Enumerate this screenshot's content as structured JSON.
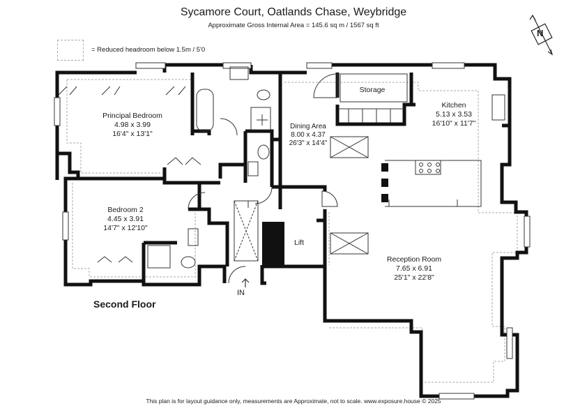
{
  "header": {
    "title": "Sycamore Court, Oatlands Chase, Weybridge",
    "subtitle": "Approximate Gross Internal Area = 145.6 sq m / 1567 sq ft"
  },
  "legend": {
    "text": "= Reduced headroom below 1.5m / 5'0"
  },
  "compass": {
    "letter": "N"
  },
  "rooms": {
    "principal_bedroom": {
      "name": "Principal Bedroom",
      "metric": "4.98 x 3.99",
      "imperial": "16'4\" x 13'1\""
    },
    "kitchen": {
      "name": "Kitchen",
      "metric": "5.13 x 3.53",
      "imperial": "16'10\" x 11'7\""
    },
    "dining_area": {
      "name": "Dining Area",
      "metric": "8.00 x 4.37",
      "imperial": "26'3\" x 14'4\""
    },
    "storage": {
      "name": "Storage"
    },
    "bedroom_2": {
      "name": "Bedroom 2",
      "metric": "4.45 x 3.91",
      "imperial": "14'7\" x 12'10\""
    },
    "lift": {
      "name": "Lift"
    },
    "reception_room": {
      "name": "Reception Room",
      "metric": "7.65 x 6.91",
      "imperial": "25'1\" x 22'8\""
    }
  },
  "floor_label": "Second Floor",
  "entry_label": "IN",
  "footer": "This plan is for layout guidance only, measurements are Approximate, not to scale. www.exposure.house © 2025",
  "colors": {
    "wall": "#111111",
    "line": "#333333",
    "dashed": "#aaaaaa",
    "background": "#ffffff"
  }
}
